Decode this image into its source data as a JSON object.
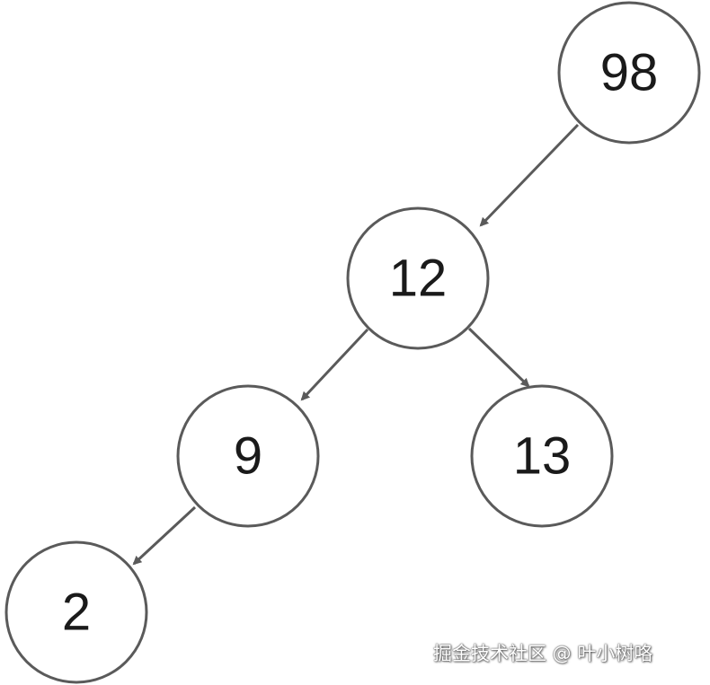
{
  "diagram": {
    "type": "binary-tree",
    "nodes": [
      {
        "id": "n98",
        "label": "98"
      },
      {
        "id": "n12",
        "label": "12"
      },
      {
        "id": "n9",
        "label": "9"
      },
      {
        "id": "n13",
        "label": "13"
      },
      {
        "id": "n2",
        "label": "2"
      }
    ],
    "edges": [
      {
        "from": "n98",
        "to": "n12"
      },
      {
        "from": "n12",
        "to": "n9"
      },
      {
        "from": "n12",
        "to": "n13"
      },
      {
        "from": "n9",
        "to": "n2"
      }
    ],
    "colors": {
      "stroke": "#5a5a5a",
      "text": "#1a1a1a",
      "background": "#ffffff"
    }
  },
  "watermark": {
    "text": "掘金技术社区 @ 叶小树咯"
  }
}
